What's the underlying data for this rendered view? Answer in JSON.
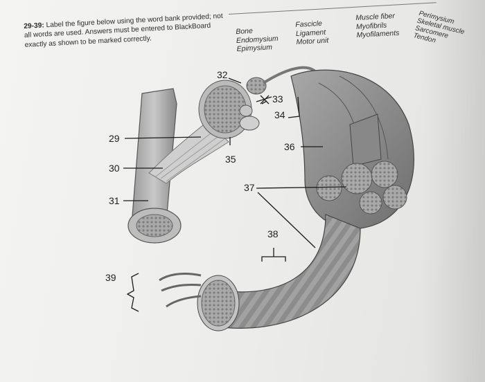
{
  "instructions": {
    "range": "29-39:",
    "text": " Label the figure below using the word bank provided; not all words are used. Answers must be entered to BlackBoard exactly as shown to be marked correctly."
  },
  "word_bank": {
    "column1": [
      "Bone",
      "Endomysium",
      "Epimysium"
    ],
    "column2": [
      "Fascicle",
      "Ligament",
      "Motor unit"
    ],
    "column3": [
      "Muscle fiber",
      "Myofibrils",
      "Myofilaments"
    ],
    "column4": [
      "Perimysium",
      "Skeletal muscle",
      "Sarcomere",
      "Tendon"
    ]
  },
  "labels": {
    "l29": "29",
    "l30": "30",
    "l31": "31",
    "l32": "32",
    "l33": "33",
    "l34": "34",
    "l35": "35",
    "l36": "36",
    "l37": "37",
    "l38": "38",
    "l39": "39"
  },
  "colors": {
    "tissue": "#8f8f8f",
    "tissue_dark": "#5f5f5f",
    "fascicle": "#b7b7b7",
    "leader_lines": "#1a1a1a"
  }
}
